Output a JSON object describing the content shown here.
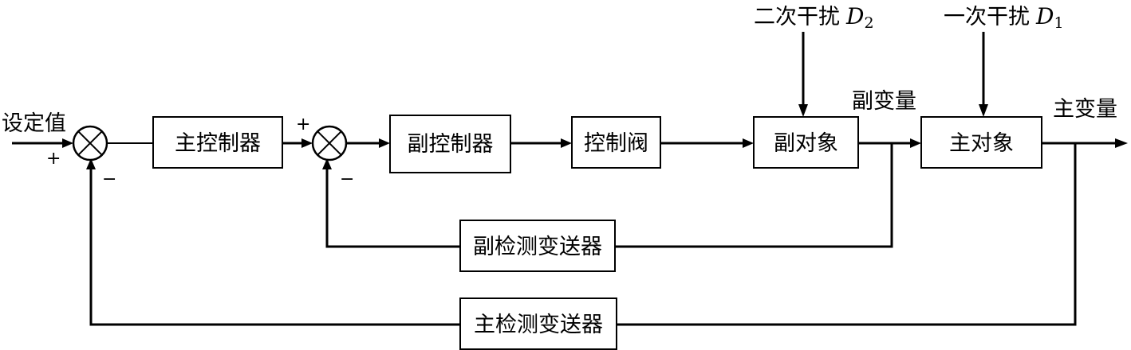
{
  "input_label": "设定值",
  "blocks": {
    "master_controller": "主控制器",
    "slave_controller": "副控制器",
    "control_valve": "控制阀",
    "slave_process": "副对象",
    "master_process": "主对象",
    "slave_transmitter": "副检测变送器",
    "master_transmitter": "主检测变送器"
  },
  "signals": {
    "secondary_variable": "副变量",
    "primary_variable": "主变量"
  },
  "disturbances": {
    "secondary": {
      "text": "二次干扰",
      "symbol": "D",
      "subscript": "2"
    },
    "primary": {
      "text": "一次干扰",
      "symbol": "D",
      "subscript": "1"
    }
  },
  "signs": {
    "sum1_plus": "+",
    "sum1_minus": "−",
    "sum2_plus": "+",
    "sum2_minus": "−"
  }
}
